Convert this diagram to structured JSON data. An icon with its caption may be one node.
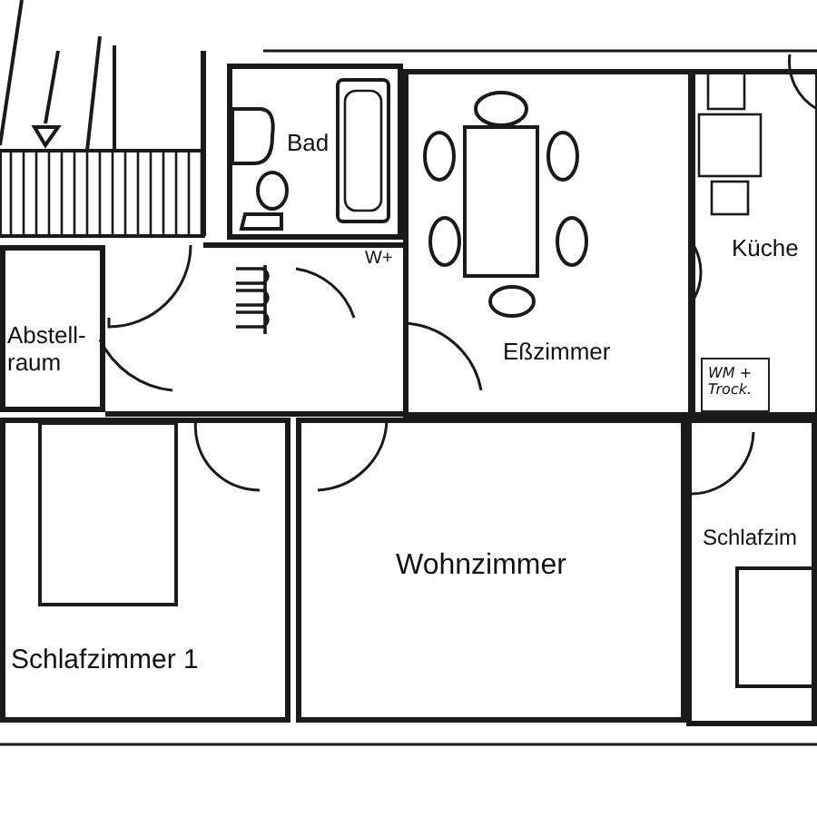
{
  "diagram": {
    "nodes": [
      {
        "text": [
          "Bad"
        ]
      },
      {
        "text": [
          "Küche"
        ]
      },
      {
        "text": [
          "Abstell- raum"
        ]
      },
      {
        "text": [
          "Eßzimmer"
        ]
      },
      {
        "text": [
          "WM + Trock."
        ],
        "in": 1
      },
      {
        "text": [
          "Schlafzimmer 1"
        ]
      },
      {
        "text": [
          "Wohnzimmer"
        ]
      },
      {
        "text": [
          "Schlafzim"
        ]
      }
    ],
    "edges": [],
    "labels": [
      "W+"
    ]
  }
}
